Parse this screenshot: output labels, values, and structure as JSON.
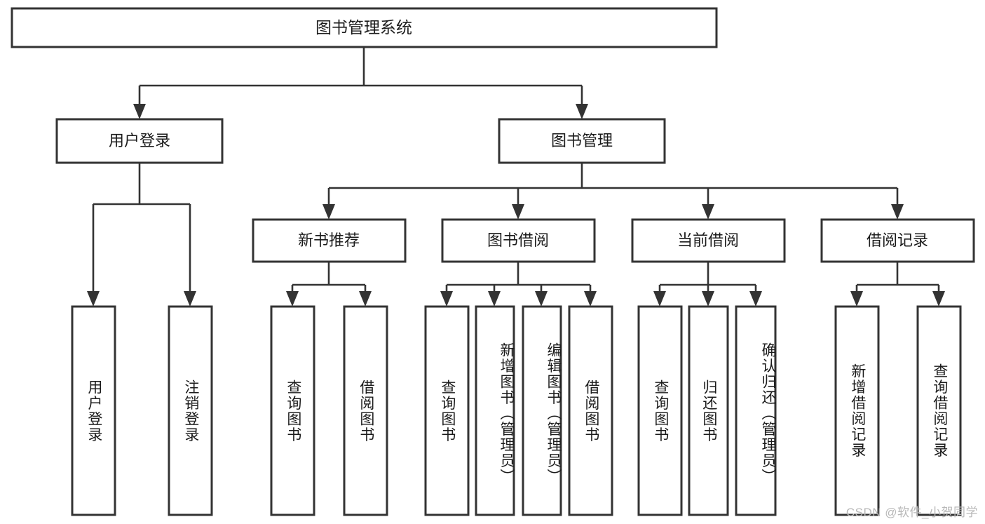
{
  "diagram": {
    "type": "tree-hierarchy-chart",
    "title": "图书管理系统",
    "watermark": "CSDN @软件_小贺同学",
    "colors": {
      "box_stroke": "#333333",
      "box_fill": "#ffffff",
      "connector": "#333333",
      "text": "#1b1b1b",
      "watermark": "#b8b8b8",
      "background": "#ffffff"
    },
    "levels": {
      "level1": [
        {
          "id": "root",
          "label": "图书管理系统"
        }
      ],
      "level2": [
        {
          "id": "user-login",
          "label": "用户登录",
          "parent": "root"
        },
        {
          "id": "book-management",
          "label": "图书管理",
          "parent": "root"
        }
      ],
      "level3": [
        {
          "id": "new-book-recommend",
          "label": "新书推荐",
          "parent": "book-management"
        },
        {
          "id": "book-borrow",
          "label": "图书借阅",
          "parent": "book-management"
        },
        {
          "id": "current-borrow",
          "label": "当前借阅",
          "parent": "book-management"
        },
        {
          "id": "borrow-record",
          "label": "借阅记录",
          "parent": "book-management"
        }
      ],
      "level4": [
        {
          "id": "leaf-user-login",
          "label": "用户登录",
          "parent": "user-login"
        },
        {
          "id": "leaf-logout",
          "label": "注销登录",
          "parent": "user-login"
        },
        {
          "id": "leaf-query-book-1",
          "label": "查询图书",
          "parent": "new-book-recommend"
        },
        {
          "id": "leaf-borrow-book-1",
          "label": "借阅图书",
          "parent": "new-book-recommend"
        },
        {
          "id": "leaf-query-book-2",
          "label": "查询图书",
          "parent": "book-borrow"
        },
        {
          "id": "leaf-add-book",
          "label": "新增图书（管理员）",
          "parent": "book-borrow"
        },
        {
          "id": "leaf-edit-book",
          "label": "编辑图书（管理员）",
          "parent": "book-borrow"
        },
        {
          "id": "leaf-borrow-book-2",
          "label": "借阅图书",
          "parent": "book-borrow"
        },
        {
          "id": "leaf-query-book-3",
          "label": "查询图书",
          "parent": "current-borrow"
        },
        {
          "id": "leaf-return-book",
          "label": "归还图书",
          "parent": "current-borrow"
        },
        {
          "id": "leaf-confirm-return",
          "label": "确认归还（管理员）",
          "parent": "current-borrow"
        },
        {
          "id": "leaf-add-record",
          "label": "新增借阅记录",
          "parent": "borrow-record"
        },
        {
          "id": "leaf-query-record",
          "label": "查询借阅记录",
          "parent": "borrow-record"
        }
      ]
    }
  }
}
